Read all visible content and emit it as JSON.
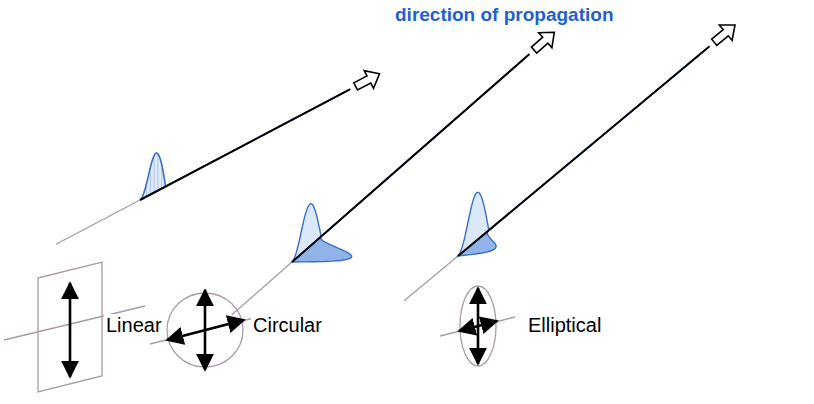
{
  "diagram": {
    "labels": [
      "direction of propagation",
      "Linear",
      "Circular",
      "Elliptical"
    ]
  }
}
